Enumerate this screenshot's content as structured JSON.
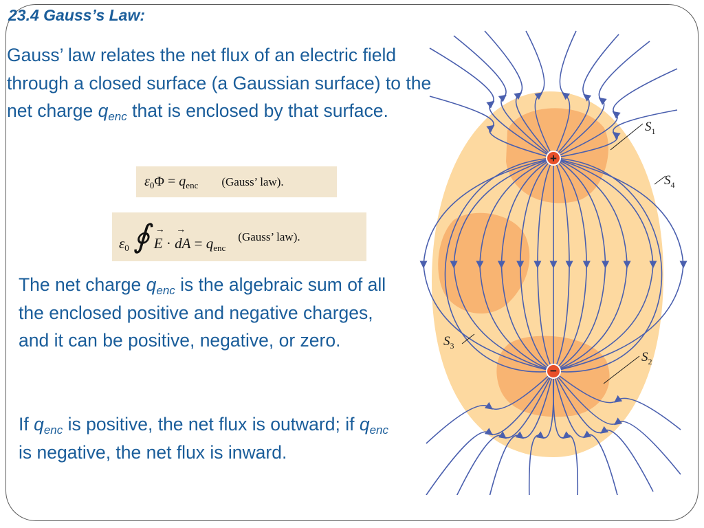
{
  "slide": {
    "title": "23.4 Gauss’s Law:",
    "intro": {
      "text_before": "Gauss’ law relates the net flux  of an electric field through a closed surface (a Gaussian surface) to the net charge ",
      "q_symbol": "q",
      "q_subscript": "enc",
      "text_after": " that is enclosed by that surface."
    },
    "equation1": {
      "eps": "ε",
      "eps_sub": "0",
      "lhs_rest": "Φ = ",
      "q": "q",
      "q_sub": "enc",
      "label": "(Gauss’ law)."
    },
    "equation2": {
      "eps": "ε",
      "eps_sub": "0",
      "integral": "∮",
      "E": "E",
      "dot": " · ",
      "dA": "dA",
      "equals": " = ",
      "q": "q",
      "q_sub": "enc",
      "label": "(Gauss’ law)."
    },
    "net_charge": {
      "text_before": "The net charge ",
      "q_symbol": "q",
      "q_subscript": "enc",
      "text_after": " is the algebraic sum of all the enclosed positive and negative charges, and it can be positive, negative, or zero."
    },
    "flux_sign": {
      "part1": "If ",
      "q_symbol_1": "q",
      "q_subscript_1": "enc",
      "part2": " is positive, the net flux is outward; if ",
      "q_symbol_2": "q",
      "q_subscript_2": "enc",
      "part3": " is negative, the net flux is inward."
    }
  },
  "figure": {
    "positive_charge": "+",
    "negative_charge": "−",
    "surface_labels": {
      "s1": "S",
      "s1_sub": "1",
      "s2": "S",
      "s2_sub": "2",
      "s3": "S",
      "s3_sub": "3",
      "s4": "S",
      "s4_sub": "4"
    },
    "colors": {
      "field_line": "#4a5fae",
      "surface_outer": "#fdd9a0",
      "surface_inner": "#f7ad6a",
      "charge": "#e8502a",
      "text": "#1a5d9a",
      "equation_bg": "#f2e6cf"
    }
  }
}
